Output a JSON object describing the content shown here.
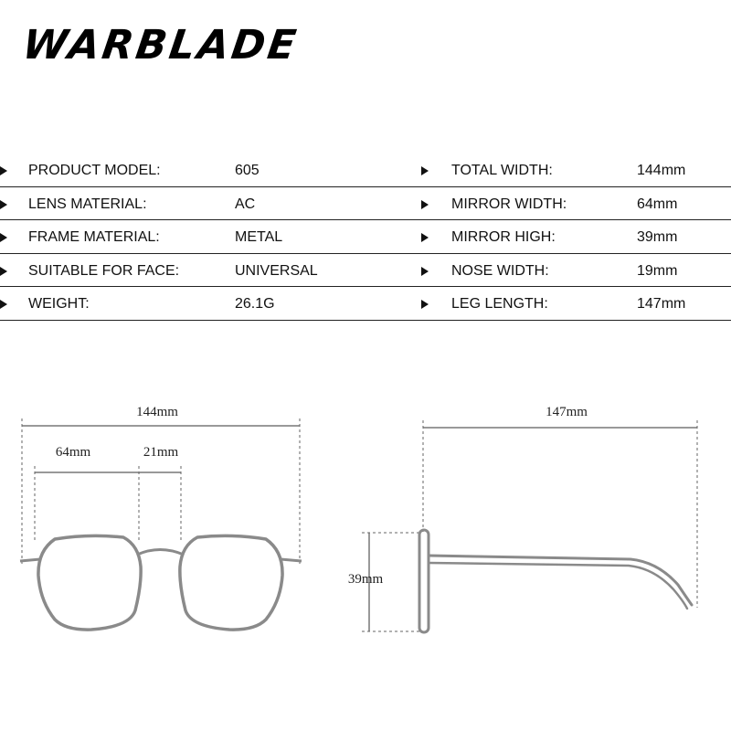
{
  "brand": {
    "name": "WARBLADE"
  },
  "specs_left": [
    {
      "label": "PRODUCT MODEL:",
      "value": "605"
    },
    {
      "label": "LENS MATERIAL:",
      "value": "AC"
    },
    {
      "label": "FRAME MATERIAL:",
      "value": "METAL"
    },
    {
      "label": "SUITABLE FOR FACE:",
      "value": "UNIVERSAL"
    },
    {
      "label": "WEIGHT:",
      "value": "26.1G"
    }
  ],
  "specs_right": [
    {
      "label": "TOTAL WIDTH:",
      "value": "144mm"
    },
    {
      "label": "MIRROR WIDTH:",
      "value": "64mm"
    },
    {
      "label": "MIRROR HIGH:",
      "value": "39mm"
    },
    {
      "label": "NOSE WIDTH:",
      "value": "19mm"
    },
    {
      "label": "LEG LENGTH:",
      "value": "147mm"
    }
  ],
  "diagram": {
    "front_total_width": "144mm",
    "front_lens_width": "64mm",
    "front_bridge_width": "21mm",
    "side_leg_length": "147mm",
    "side_lens_height": "39mm"
  },
  "colors": {
    "text": "#111111",
    "line": "#222222",
    "frame": "#999999",
    "background": "#ffffff"
  }
}
